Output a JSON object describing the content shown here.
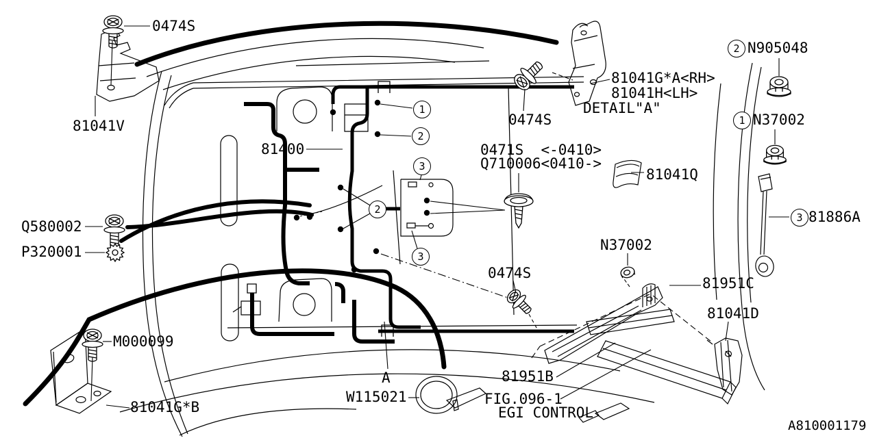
{
  "diagram": {
    "background": "#ffffff",
    "line_color": "#000000",
    "drawing_number": "A810001179",
    "figure": {
      "number": "FIG.096-1",
      "name": "EGI CONTROL"
    },
    "detail_note": "DETAIL\"A\"",
    "view_marker": "A",
    "parts": {
      "bolt_top_left": "0474S",
      "bracket_front_left": "81041V",
      "main_harness": "81400",
      "bolt_fender": "Q580002",
      "washer_fender": "P320001",
      "bolt_lower_bracket": "M000099",
      "bracket_lower": "81041G*B",
      "clamp": "W115021",
      "screw_old_range": "0471S  <-0410>",
      "screw_new_range": "Q710006<0410->",
      "bolt_bulkhead": "0474S",
      "bracket_rh": "81041G*A<RH>",
      "bracket_lh": "81041H<LH>",
      "protector": "81041Q",
      "nut_flange_2": "N905048",
      "nut_flange_1": "N37002",
      "ground_cable": "81886A",
      "nut_ecu": "N37002",
      "bolt_ecu": "0474S",
      "bracket_ecu_upper": "81951C",
      "bracket_ecu_side": "81041D",
      "cover_ecu": "81951B"
    },
    "callouts": {
      "c1": "1",
      "c2": "2",
      "c3": "3"
    }
  }
}
